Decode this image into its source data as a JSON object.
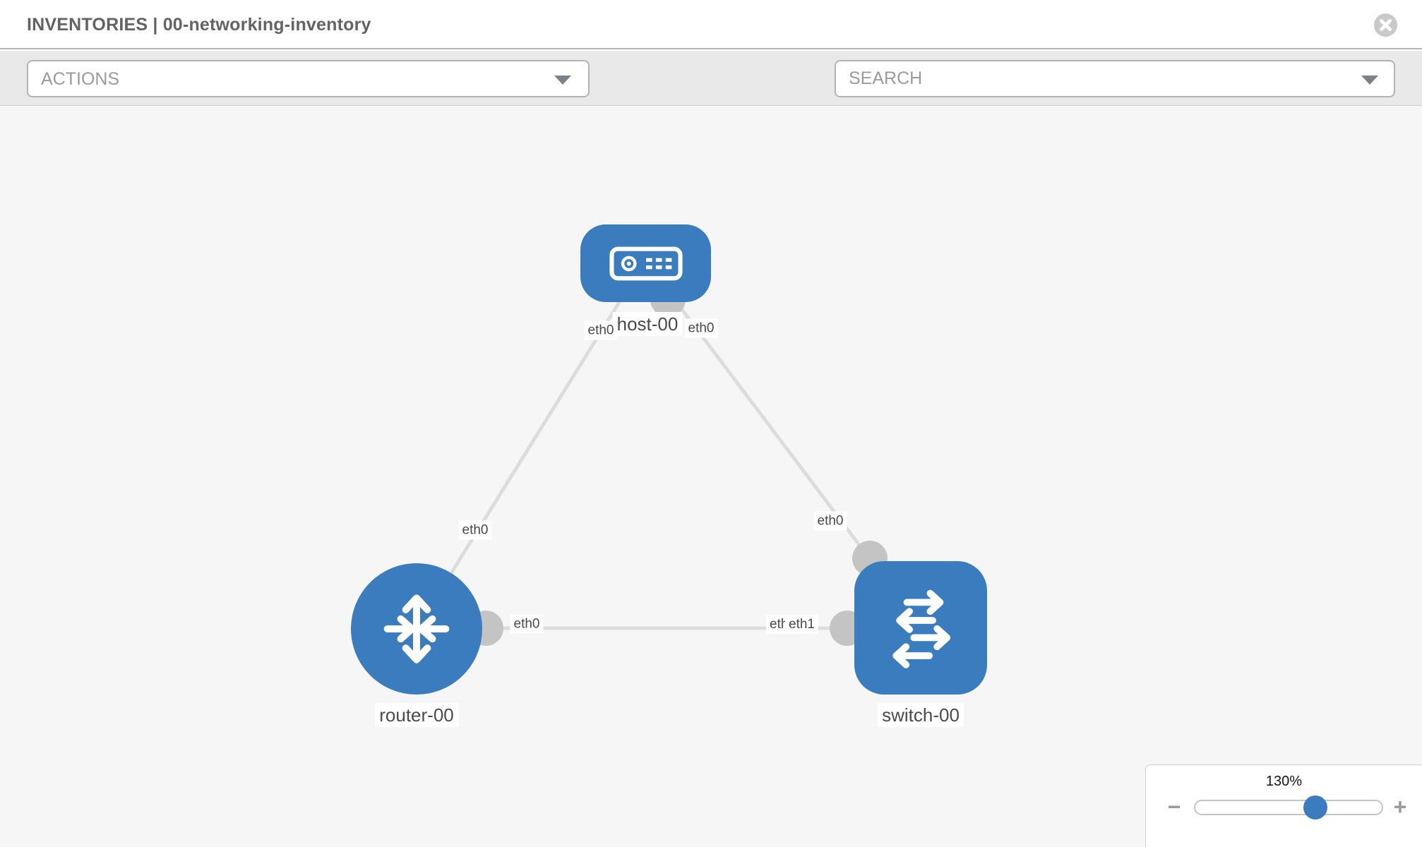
{
  "header": {
    "title": "INVENTORIES | 00-networking-inventory"
  },
  "toolbar": {
    "actions_label": "ACTIONS",
    "search_placeholder": "SEARCH"
  },
  "icons": {
    "close": "x-circle",
    "wrench": "wrench",
    "key": "key",
    "caret": "caret-down",
    "host": "host-device",
    "router": "router-arrows",
    "switch": "switch-arrows"
  },
  "topology": {
    "nodes": [
      {
        "id": "host-00",
        "type": "host",
        "label": "host-00"
      },
      {
        "id": "router-00",
        "type": "router",
        "label": "router-00"
      },
      {
        "id": "switch-00",
        "type": "switch",
        "label": "switch-00"
      }
    ],
    "links": [
      {
        "source": "host-00",
        "target": "router-00",
        "source_interface": "eth0",
        "target_interface": "eth0"
      },
      {
        "source": "host-00",
        "target": "switch-00",
        "source_interface": "eth0",
        "target_interface": "eth0"
      },
      {
        "source": "router-00",
        "target": "switch-00",
        "source_interface": "eth0",
        "target_interface": "eth1",
        "target_interface_overlapped": "eth0"
      }
    ]
  },
  "zoom_control": {
    "level": "130%",
    "minus_label": "−",
    "plus_label": "+",
    "slider_position_pct": 64
  },
  "colors": {
    "node_fill": "#3a7cbd",
    "link": "#dcdcdc",
    "port": "#c4c4c4",
    "canvas_bg": "#f6f6f6",
    "toolbar_bg": "#e9e9e9"
  }
}
